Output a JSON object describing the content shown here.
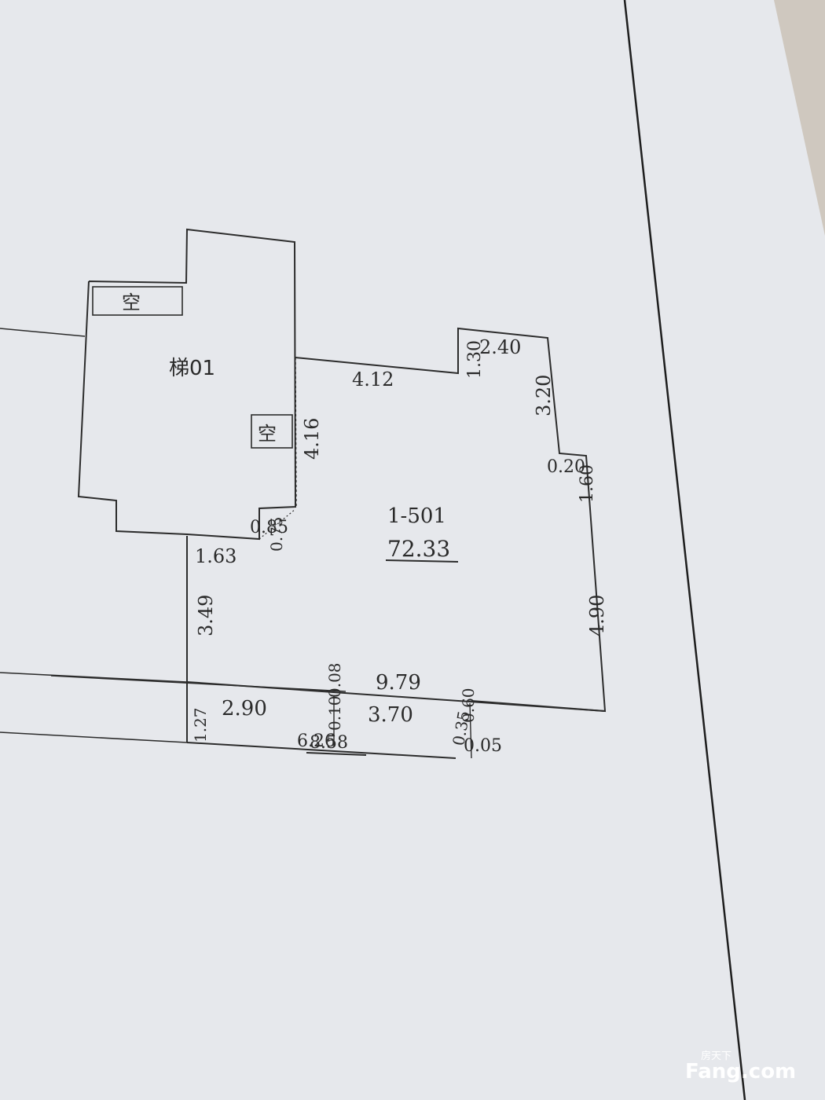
{
  "plan": {
    "stair_label": "梯01",
    "void_label": "空",
    "unit_id": "1-501",
    "unit_area": "72.33",
    "dimensions": {
      "top_left": "4.12",
      "notch_height": "1.30",
      "notch_width": "2.40",
      "right_upper": "3.20",
      "right_step": "0.20",
      "right_step_vertical": "1.60",
      "right_lower": "4.90",
      "bottom": "9.79",
      "stair_right": "4.16",
      "small_a": "0.75",
      "small_b": "0.85",
      "left_top": "1.63",
      "left_side": "3.49",
      "balcony_left": "1.27",
      "balcony_a": "2.90",
      "balcony_b": "3.70",
      "balcony_small": "0.08",
      "balcony_under": "0.10",
      "overlap_a": "6.26",
      "overlap_b": "8.58",
      "overlap_c": "0.60",
      "overlap_d": "0.35",
      "overlap_e": "0.05"
    }
  },
  "watermark": {
    "zh": "房天下",
    "en": "Fang.com"
  }
}
